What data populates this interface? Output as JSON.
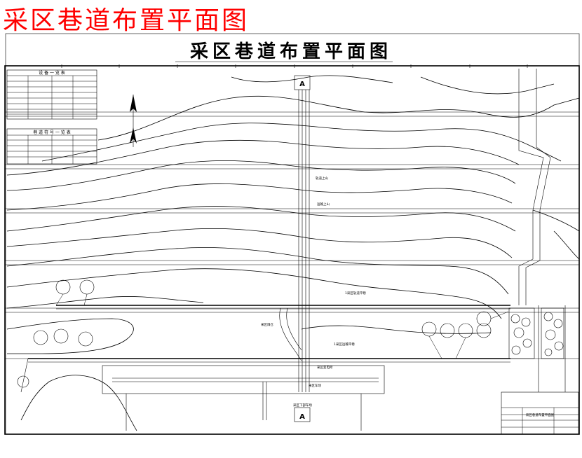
{
  "overlay_title": "采区巷道布置平面图",
  "drawing": {
    "title": "采区巷道布置平面图",
    "section_mark": "A",
    "legend_equipment_title": "设 备 一 览 表",
    "legend_symbol_title": "巷 道 符 号 一 览 表",
    "annotations": [
      "轨道上山",
      "运输上山",
      "1采区轨道平巷",
      "1采区运输平巷",
      "采区煤仓",
      "采区变电所",
      "采区车场",
      "采区下部车场"
    ],
    "title_block_label": "采区巷道布置平面图"
  },
  "colors": {
    "overlay": "#ff0000",
    "line": "#000000",
    "background": "#ffffff"
  }
}
